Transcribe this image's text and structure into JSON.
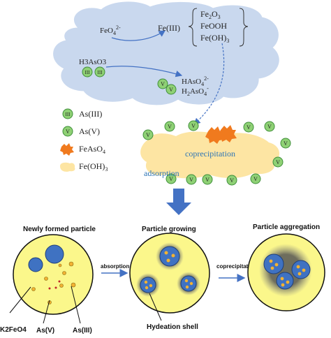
{
  "cloud": {
    "feo4": "FeO",
    "feo4_sub": "4",
    "feo4_sup": "2-",
    "fe3": "Fe(III)",
    "products": [
      {
        "base": "Fe",
        "s1": "2",
        "mid": "O",
        "s2": "3"
      },
      {
        "base": "FeOOH",
        "s1": "",
        "mid": "",
        "s2": ""
      },
      {
        "base": "Fe(OH)",
        "s1": "3",
        "mid": "",
        "s2": ""
      }
    ],
    "h3aso3": "H3AsO3",
    "hasO4_main": "HAsO",
    "hasO4_sub": "4",
    "hasO4_sup": "2-",
    "h2aso4_a": "H",
    "h2aso4_s1": "2",
    "h2aso4_b": "AsO",
    "h2aso4_s2": "4",
    "h2aso4_sup": "-"
  },
  "legend": [
    {
      "symbol": "III",
      "label": "As(III)"
    },
    {
      "symbol": "V",
      "label": "As(V)"
    },
    {
      "symbol": "",
      "label": "FeAsO",
      "sub": "4"
    },
    {
      "symbol": "",
      "label": "Fe(OH)",
      "sub": "3"
    }
  ],
  "floc_labels": {
    "coprecipitation": "coprecipitation",
    "adsorption": "adsorption"
  },
  "bottom": {
    "titles": [
      "Newly formed particle",
      "Particle growing",
      "Particle aggregation"
    ],
    "arrow1": "absorption",
    "arrow2": "coprecipitation",
    "labels": [
      "K2FeO4",
      "As(V)",
      "As(III)",
      "Hydeation shell"
    ]
  },
  "colors": {
    "cloud": "#c9d8ee",
    "green": "#8fd175",
    "green_stroke": "#3f8f3a",
    "orange": "#f07a1e",
    "floc": "#fde5a3",
    "particle_yellow": "#fbf78b",
    "blue_particle": "#3f72c2",
    "arrow_blue": "#4472c4",
    "text_blue": "#2e75b6"
  }
}
